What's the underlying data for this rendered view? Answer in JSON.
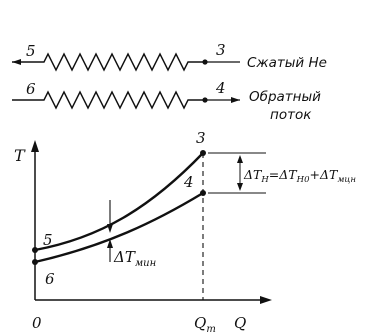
{
  "exchanger": {
    "stream_top": {
      "left_node": "5",
      "right_node": "3",
      "name": "Сжатый He"
    },
    "stream_bottom": {
      "left_node": "6",
      "right_node": "4",
      "name_line1": "Обратный",
      "name_line2": "поток"
    }
  },
  "graph": {
    "y_axis_label": "T",
    "x_axis_label": "Q",
    "origin_label": "0",
    "qt_label": "Q",
    "qt_subscript": "т",
    "points": {
      "p3": "3",
      "p4": "4",
      "p5": "5",
      "p6": "6"
    },
    "dtmin": {
      "delta": "ΔT",
      "sub": "мин"
    },
    "dth": {
      "a": "ΔT",
      "a_sub": "Н",
      "eq": "=",
      "b": "ΔT",
      "b_sub": "Н0",
      "plus": "+",
      "c": "ΔT",
      "c_sub": "мцн"
    }
  },
  "colors": {
    "ink": "#111111",
    "background": "#ffffff"
  }
}
